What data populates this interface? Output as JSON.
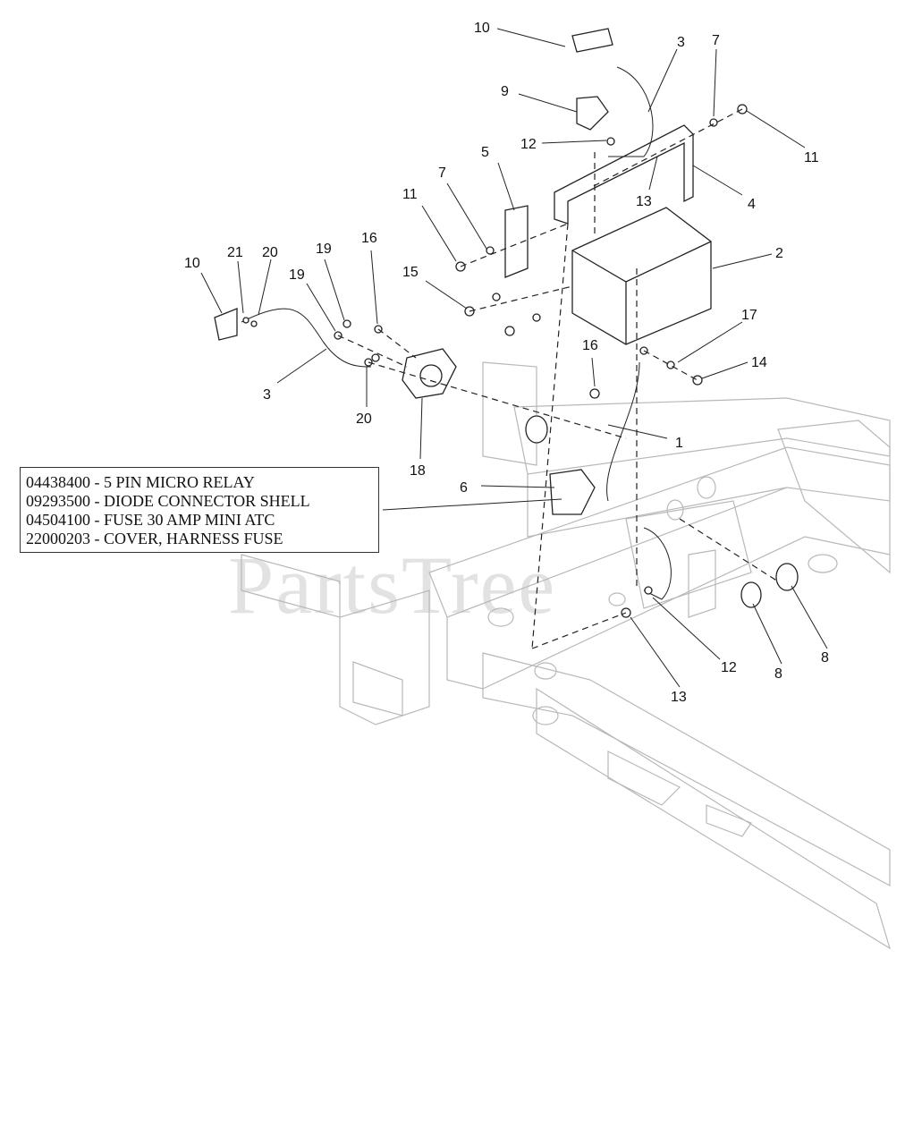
{
  "watermark": "PartsTree",
  "legend": [
    "04438400 - 5 PIN MICRO RELAY",
    "09293500 - DIODE CONNECTOR SHELL",
    "04504100 - FUSE 30 AMP MINI ATC",
    "22000203 - COVER, HARNESS FUSE"
  ],
  "callouts": [
    "10",
    "3",
    "7",
    "9",
    "12",
    "11",
    "5",
    "13",
    "4",
    "7",
    "11",
    "2",
    "21",
    "20",
    "19",
    "16",
    "10",
    "19",
    "15",
    "17",
    "14",
    "16",
    "3",
    "20",
    "1",
    "18",
    "6",
    "12",
    "8",
    "8",
    "13"
  ]
}
